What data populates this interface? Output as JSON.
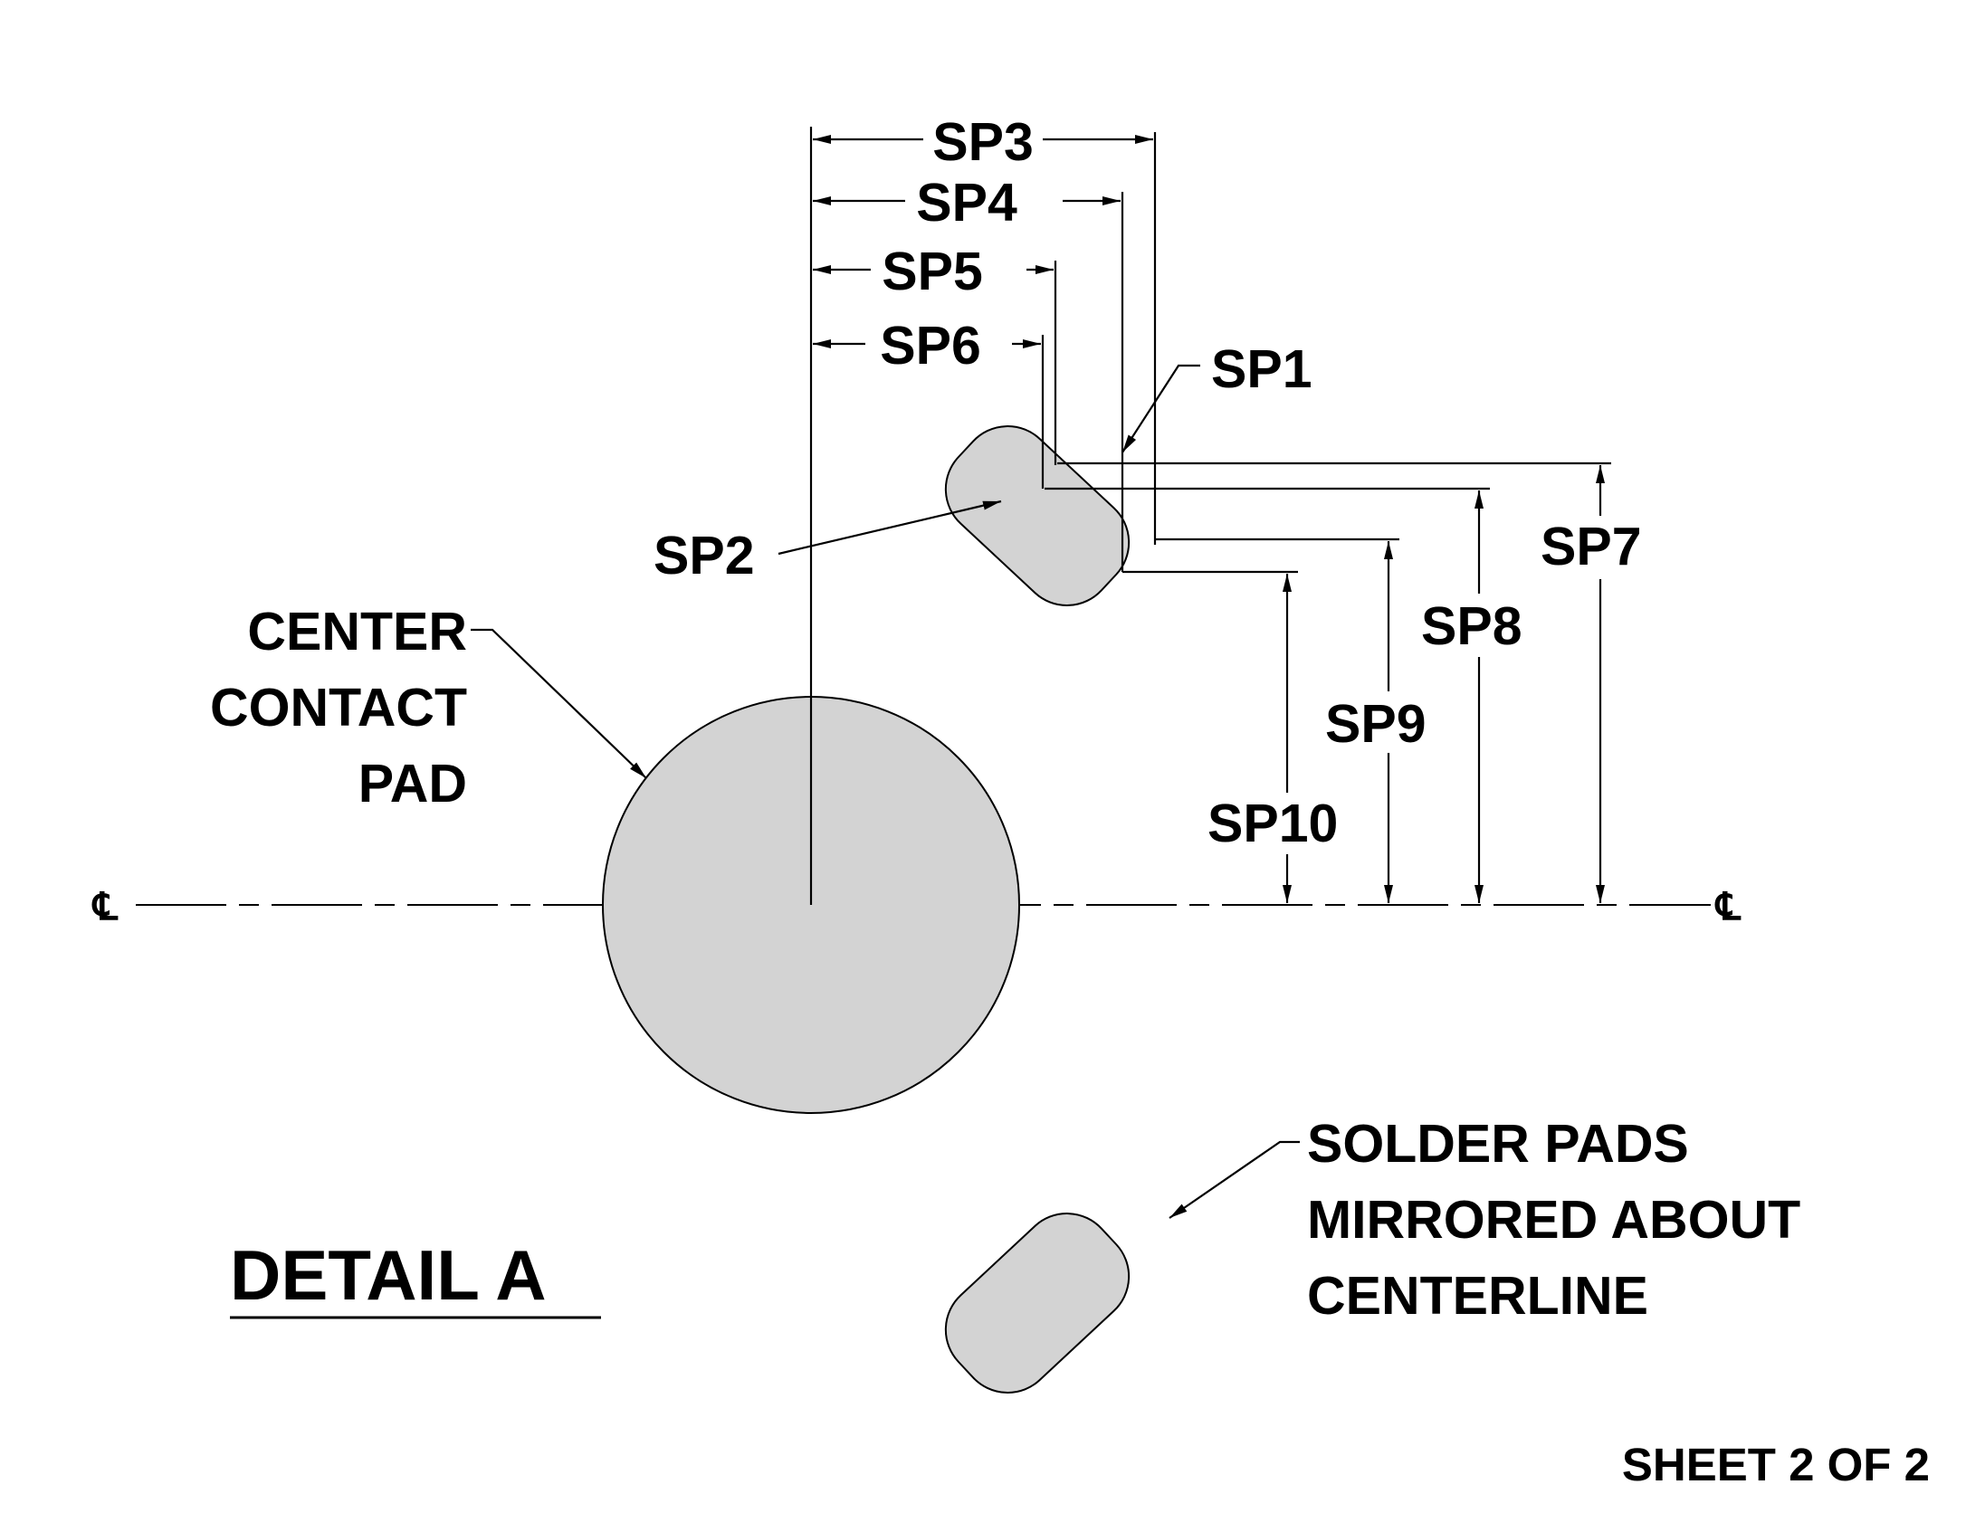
{
  "drawing": {
    "title": "DETAIL A",
    "sheet": "SHEET 2 OF 2",
    "centerline_symbol": "℄",
    "pad_color": "#d3d3d3",
    "line_color": "#000000"
  },
  "labels": {
    "sp1": "SP1",
    "sp2": "SP2",
    "sp3": "SP3",
    "sp4": "SP4",
    "sp5": "SP5",
    "sp6": "SP6",
    "sp7": "SP7",
    "sp8": "SP8",
    "sp9": "SP9",
    "sp10": "SP10"
  },
  "notes": {
    "center_contact_pad": [
      "CENTER",
      "CONTACT",
      "PAD"
    ],
    "solder_pads": [
      "SOLDER PADS",
      "MIRRORED ABOUT",
      "CENTERLINE"
    ]
  }
}
